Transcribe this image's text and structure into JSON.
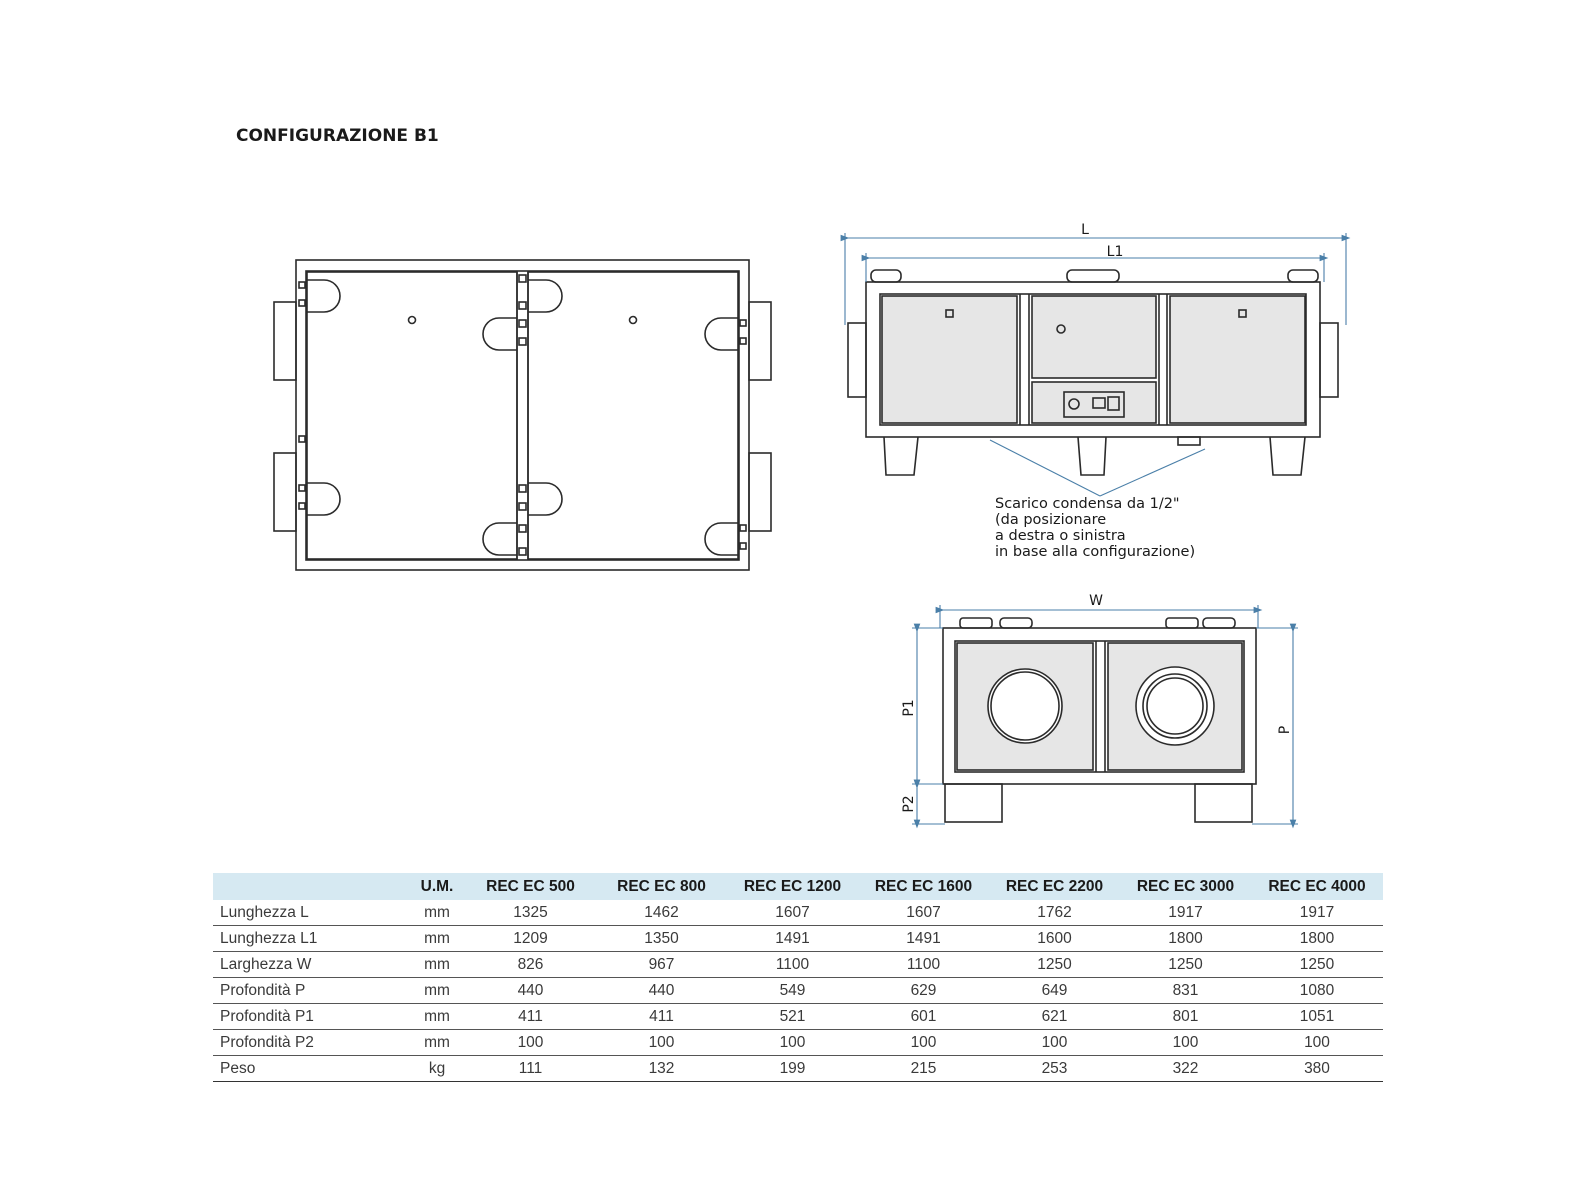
{
  "page": {
    "title": "CONFIGURAZIONE B1"
  },
  "drawing": {
    "dim_L": "L",
    "dim_L1": "L1",
    "dim_W": "W",
    "dim_P": "P",
    "dim_P1": "P1",
    "dim_P2": "P2",
    "note_lines": [
      "Scarico condensa da 1/2\"",
      "(da posizionare",
      "a destra o sinistra",
      "in base alla configurazione)"
    ],
    "line_color": "#2b2b2b",
    "dimension_color": "#4a7fa8",
    "panel_color": "#e6e6e6"
  },
  "table": {
    "header_bg": "#d6e9f2",
    "headers": [
      "",
      "U.M.",
      "REC EC 500",
      "REC EC 800",
      "REC EC 1200",
      "REC EC 1600",
      "REC EC 2200",
      "REC EC 3000",
      "REC EC 4000"
    ],
    "rows": [
      [
        "Lunghezza L",
        "mm",
        "1325",
        "1462",
        "1607",
        "1607",
        "1762",
        "1917",
        "1917"
      ],
      [
        "Lunghezza L1",
        "mm",
        "1209",
        "1350",
        "1491",
        "1491",
        "1600",
        "1800",
        "1800"
      ],
      [
        "Larghezza W",
        "mm",
        "826",
        "967",
        "1100",
        "1100",
        "1250",
        "1250",
        "1250"
      ],
      [
        "Profondità P",
        "mm",
        "440",
        "440",
        "549",
        "629",
        "649",
        "831",
        "1080"
      ],
      [
        "Profondità P1",
        "mm",
        "411",
        "411",
        "521",
        "601",
        "621",
        "801",
        "1051"
      ],
      [
        "Profondità P2",
        "mm",
        "100",
        "100",
        "100",
        "100",
        "100",
        "100",
        "100"
      ],
      [
        "Peso",
        "kg",
        "111",
        "132",
        "199",
        "215",
        "253",
        "322",
        "380"
      ]
    ]
  }
}
